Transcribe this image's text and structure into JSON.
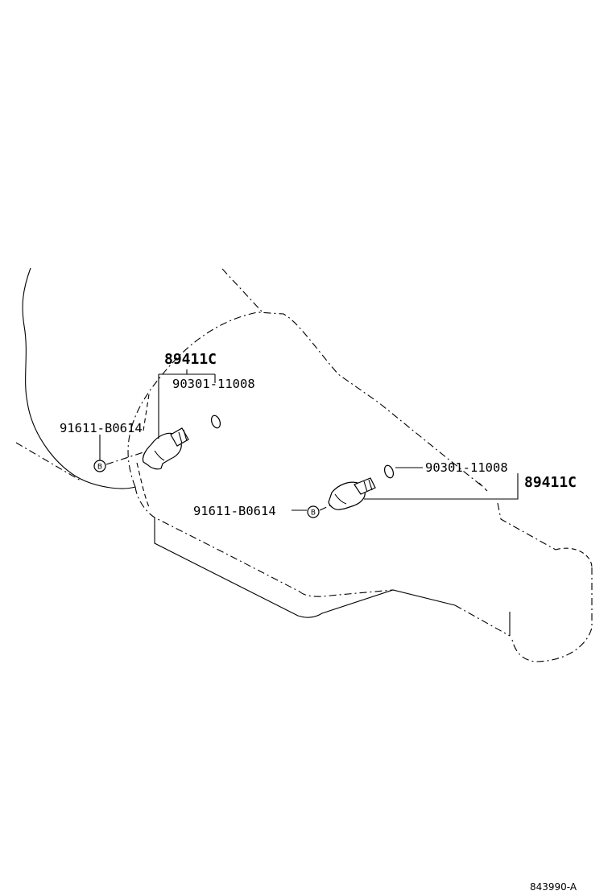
{
  "labels": {
    "sensor_upper": "89411C",
    "oring_upper": "90301-11008",
    "bolt_upper": "91611-B0614",
    "oring_lower": "90301-11008",
    "sensor_lower": "89411C",
    "bolt_lower": "91611-B0614",
    "bolt_marker": "B",
    "illustration_number": "843990-A"
  }
}
